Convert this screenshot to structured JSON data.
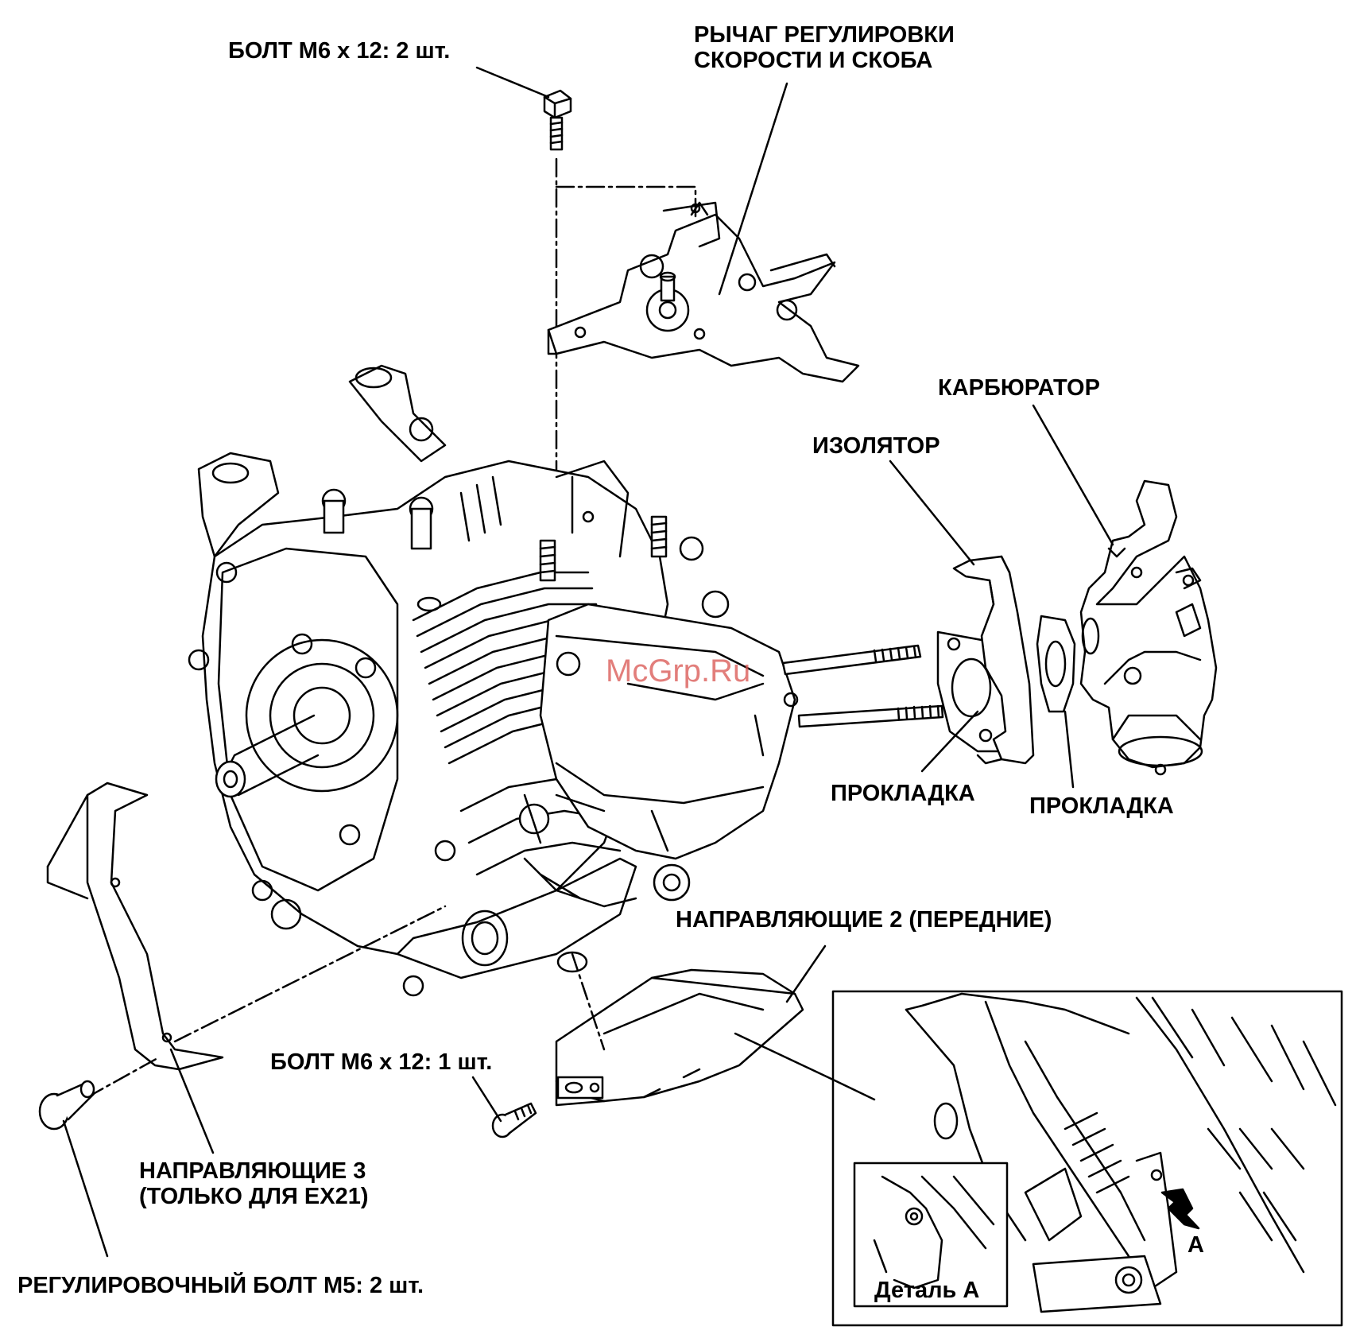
{
  "labels": {
    "bolt_top": "БОЛТ M6 x 12: 2 шт.",
    "speed_lever_line1": "РЫЧАГ РЕГУЛИРОВКИ",
    "speed_lever_line2": "СКОРОСТИ И СКОБА",
    "carburetor": "КАРБЮРАТОР",
    "insulator": "ИЗОЛЯТОР",
    "gasket_left": "ПРОКЛАДКА",
    "gasket_right": "ПРОКЛАДКА",
    "guide_front": "НАПРАВЛЯЮЩИЕ 2 (ПЕРЕДНИЕ)",
    "bolt_bottom": "БОЛТ M6 x 12: 1 шт.",
    "guide_3_line1": "НАПРАВЛЯЮЩИЕ 3",
    "guide_3_line2": "(ТОЛЬКО ДЛЯ EX21)",
    "adjust_bolt": "РЕГУЛИРОВОЧНЫЙ БОЛТ M5: 2 шт.",
    "detail_a": "Деталь A",
    "arrow_a": "A"
  },
  "watermark": "McGrp.Ru",
  "colors": {
    "line": "#000000",
    "watermark": "#d9534f",
    "background": "#ffffff"
  }
}
